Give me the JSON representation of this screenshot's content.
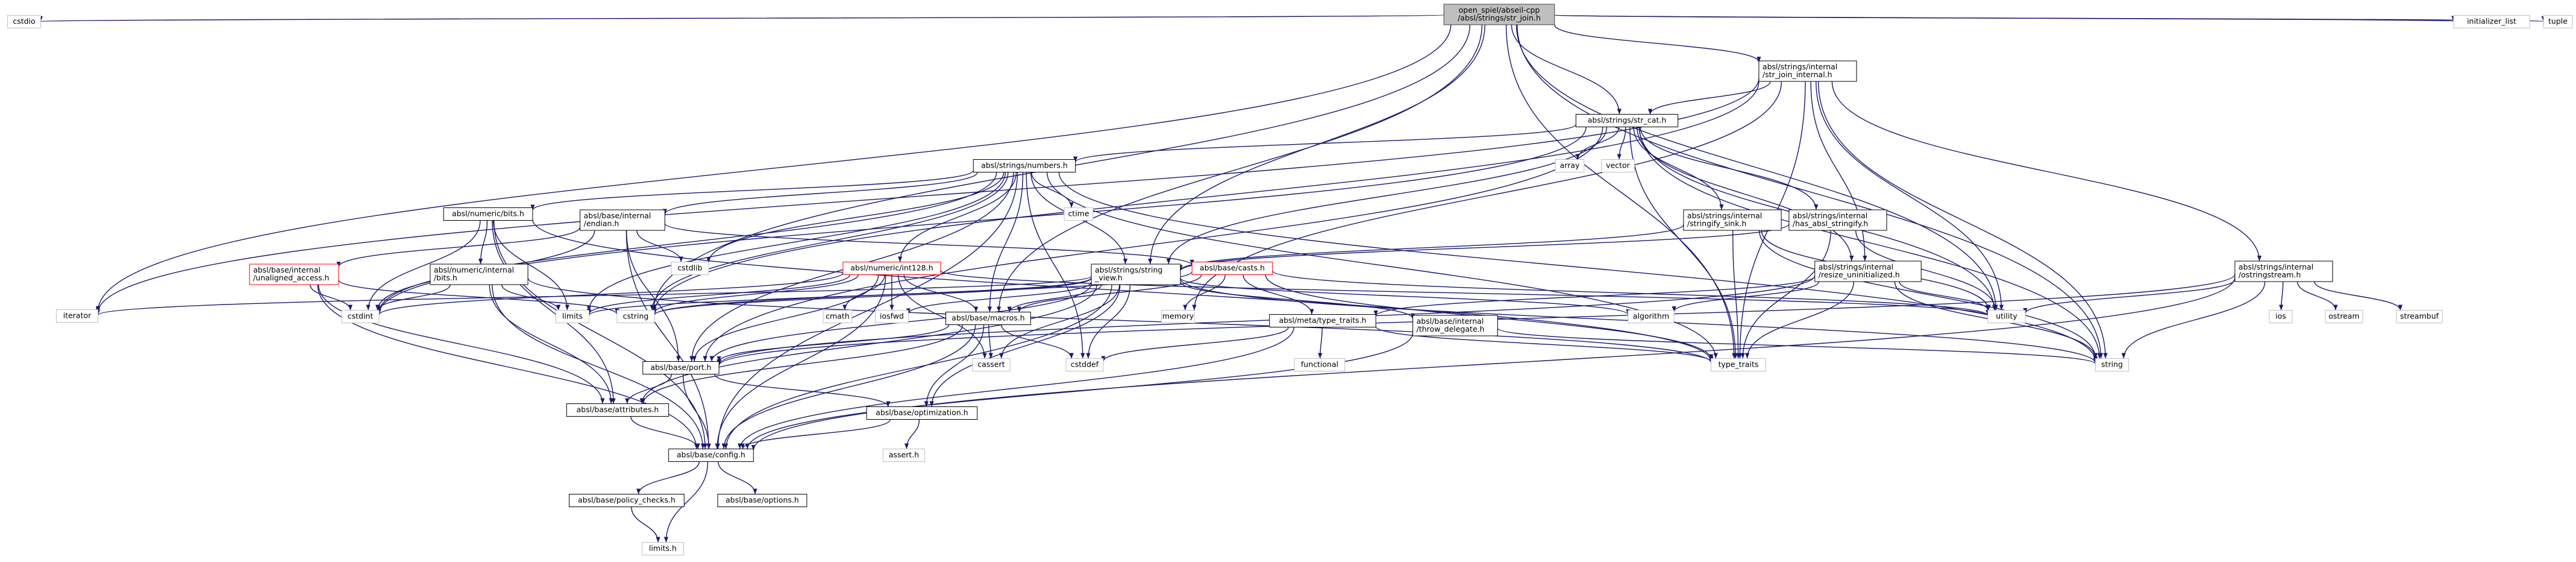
{
  "nodes": [
    {
      "id": "root",
      "lines": [
        "open_spiel/abseil-cpp",
        "/absl/strings/str_join.h"
      ],
      "style": "root"
    },
    {
      "id": "cstdio",
      "lines": [
        "cstdio"
      ],
      "style": "plain"
    },
    {
      "id": "iterator",
      "lines": [
        "iterator"
      ],
      "style": "plain"
    },
    {
      "id": "str_join_internal",
      "lines": [
        "absl/strings/internal",
        "/str_join_internal.h"
      ],
      "style": "box"
    },
    {
      "id": "initializer_list",
      "lines": [
        "initializer_list"
      ],
      "style": "plain"
    },
    {
      "id": "tuple",
      "lines": [
        "tuple"
      ],
      "style": "plain"
    },
    {
      "id": "str_cat",
      "lines": [
        "absl/strings/str_cat.h"
      ],
      "style": "box"
    },
    {
      "id": "array",
      "lines": [
        "array"
      ],
      "style": "plain"
    },
    {
      "id": "vector",
      "lines": [
        "vector"
      ],
      "style": "plain"
    },
    {
      "id": "numbers",
      "lines": [
        "absl/strings/numbers.h"
      ],
      "style": "box"
    },
    {
      "id": "ctime",
      "lines": [
        "ctime"
      ],
      "style": "plain"
    },
    {
      "id": "stringify_sink",
      "lines": [
        "absl/strings/internal",
        "/stringify_sink.h"
      ],
      "style": "box"
    },
    {
      "id": "has_absl_stringify",
      "lines": [
        "absl/strings/internal",
        "/has_absl_stringify.h"
      ],
      "style": "box"
    },
    {
      "id": "stringstream",
      "lines": [
        "absl/strings/internal",
        "/ostringstream.h"
      ],
      "style": "box"
    },
    {
      "id": "numeric_bits",
      "lines": [
        "absl/numeric/bits.h"
      ],
      "style": "box"
    },
    {
      "id": "endian",
      "lines": [
        "absl/base/internal",
        "/endian.h"
      ],
      "style": "box"
    },
    {
      "id": "cstdlib",
      "lines": [
        "cstdlib"
      ],
      "style": "plain"
    },
    {
      "id": "unaligned_access",
      "lines": [
        "absl/base/internal",
        "/unaligned_access.h"
      ],
      "style": "red"
    },
    {
      "id": "numeric_internal_bits",
      "lines": [
        "absl/numeric/internal",
        "/bits.h"
      ],
      "style": "box"
    },
    {
      "id": "int128",
      "lines": [
        "absl/numeric/int128.h"
      ],
      "style": "red"
    },
    {
      "id": "string_view",
      "lines": [
        "absl/strings/string",
        "_view.h"
      ],
      "style": "box"
    },
    {
      "id": "casts",
      "lines": [
        "absl/base/casts.h"
      ],
      "style": "red"
    },
    {
      "id": "resize_uninitialized",
      "lines": [
        "absl/strings/internal",
        "/resize_uninitialized.h"
      ],
      "style": "box"
    },
    {
      "id": "cstdint",
      "lines": [
        "cstdint"
      ],
      "style": "plain"
    },
    {
      "id": "limits",
      "lines": [
        "limits"
      ],
      "style": "plain"
    },
    {
      "id": "cstring",
      "lines": [
        "cstring"
      ],
      "style": "plain"
    },
    {
      "id": "cmath",
      "lines": [
        "cmath"
      ],
      "style": "plain"
    },
    {
      "id": "iosfwd",
      "lines": [
        "iosfwd"
      ],
      "style": "plain"
    },
    {
      "id": "macros",
      "lines": [
        "absl/base/macros.h"
      ],
      "style": "box"
    },
    {
      "id": "memory",
      "lines": [
        "memory"
      ],
      "style": "plain"
    },
    {
      "id": "type_traits_meta",
      "lines": [
        "absl/meta/type_traits.h"
      ],
      "style": "box"
    },
    {
      "id": "throw_delegate",
      "lines": [
        "absl/base/internal",
        "/throw_delegate.h"
      ],
      "style": "box"
    },
    {
      "id": "algorithm",
      "lines": [
        "algorithm"
      ],
      "style": "plain"
    },
    {
      "id": "utility",
      "lines": [
        "utility"
      ],
      "style": "plain"
    },
    {
      "id": "ios",
      "lines": [
        "ios"
      ],
      "style": "plain"
    },
    {
      "id": "ostream",
      "lines": [
        "ostream"
      ],
      "style": "plain"
    },
    {
      "id": "streambuf",
      "lines": [
        "streambuf"
      ],
      "style": "plain"
    },
    {
      "id": "string",
      "lines": [
        "string"
      ],
      "style": "plain"
    },
    {
      "id": "cassert",
      "lines": [
        "cassert"
      ],
      "style": "plain"
    },
    {
      "id": "cstddef",
      "lines": [
        "cstddef"
      ],
      "style": "plain"
    },
    {
      "id": "functional",
      "lines": [
        "functional"
      ],
      "style": "plain"
    },
    {
      "id": "type_traits",
      "lines": [
        "type_traits"
      ],
      "style": "plain"
    },
    {
      "id": "port",
      "lines": [
        "absl/base/port.h"
      ],
      "style": "box"
    },
    {
      "id": "attributes",
      "lines": [
        "absl/base/attributes.h"
      ],
      "style": "box"
    },
    {
      "id": "optimization",
      "lines": [
        "absl/base/optimization.h"
      ],
      "style": "box"
    },
    {
      "id": "assert_h",
      "lines": [
        "assert.h"
      ],
      "style": "plain"
    },
    {
      "id": "config",
      "lines": [
        "absl/base/config.h"
      ],
      "style": "box"
    },
    {
      "id": "policy_checks",
      "lines": [
        "absl/base/policy_checks.h"
      ],
      "style": "box"
    },
    {
      "id": "options",
      "lines": [
        "absl/base/options.h"
      ],
      "style": "box"
    },
    {
      "id": "limits_h",
      "lines": [
        "limits.h"
      ],
      "style": "plain"
    }
  ],
  "edges": [
    [
      "root",
      "cstdio"
    ],
    [
      "root",
      "iterator"
    ],
    [
      "root",
      "str_join_internal"
    ],
    [
      "root",
      "initializer_list"
    ],
    [
      "root",
      "tuple"
    ],
    [
      "root",
      "cstring"
    ],
    [
      "root",
      "macros"
    ],
    [
      "root",
      "string_view"
    ],
    [
      "root",
      "type_traits"
    ],
    [
      "root",
      "utility"
    ],
    [
      "root",
      "string"
    ],
    [
      "root",
      "str_cat"
    ],
    [
      "str_join_internal",
      "str_cat"
    ],
    [
      "str_join_internal",
      "iterator"
    ],
    [
      "str_join_internal",
      "stringstream"
    ],
    [
      "str_join_internal",
      "resize_uninitialized"
    ],
    [
      "str_join_internal",
      "memory"
    ],
    [
      "str_join_internal",
      "type_traits"
    ],
    [
      "str_join_internal",
      "utility"
    ],
    [
      "str_join_internal",
      "string"
    ],
    [
      "str_join_internal",
      "cstring"
    ],
    [
      "str_cat",
      "array"
    ],
    [
      "str_cat",
      "vector"
    ],
    [
      "str_cat",
      "numbers"
    ],
    [
      "str_cat",
      "stringify_sink"
    ],
    [
      "str_cat",
      "has_absl_stringify"
    ],
    [
      "str_cat",
      "resize_uninitialized"
    ],
    [
      "str_cat",
      "string_view"
    ],
    [
      "str_cat",
      "port"
    ],
    [
      "str_cat",
      "cstdint"
    ],
    [
      "str_cat",
      "type_traits"
    ],
    [
      "str_cat",
      "utility"
    ],
    [
      "str_cat",
      "string"
    ],
    [
      "numbers",
      "ctime"
    ],
    [
      "numbers",
      "numeric_bits"
    ],
    [
      "numbers",
      "endian"
    ],
    [
      "numbers",
      "int128"
    ],
    [
      "numbers",
      "string_view"
    ],
    [
      "numbers",
      "macros"
    ],
    [
      "numbers",
      "port"
    ],
    [
      "numbers",
      "config"
    ],
    [
      "numbers",
      "cstdlib"
    ],
    [
      "numbers",
      "cstdint"
    ],
    [
      "numbers",
      "limits"
    ],
    [
      "numbers",
      "cstring"
    ],
    [
      "numbers",
      "cstddef"
    ],
    [
      "numbers",
      "type_traits"
    ],
    [
      "numbers",
      "string"
    ],
    [
      "stringify_sink",
      "string_view"
    ],
    [
      "stringify_sink",
      "string"
    ],
    [
      "stringify_sink",
      "utility"
    ],
    [
      "stringify_sink",
      "type_traits"
    ],
    [
      "has_absl_stringify",
      "string_view"
    ],
    [
      "has_absl_stringify",
      "utility"
    ],
    [
      "has_absl_stringify",
      "type_traits"
    ],
    [
      "stringstream",
      "ios"
    ],
    [
      "stringstream",
      "ostream"
    ],
    [
      "stringstream",
      "streambuf"
    ],
    [
      "stringstream",
      "string"
    ],
    [
      "stringstream",
      "port"
    ],
    [
      "stringstream",
      "utility"
    ],
    [
      "stringstream",
      "config"
    ],
    [
      "numeric_bits",
      "numeric_internal_bits"
    ],
    [
      "numeric_bits",
      "attributes"
    ],
    [
      "numeric_bits",
      "config"
    ],
    [
      "numeric_bits",
      "cstdint"
    ],
    [
      "numeric_bits",
      "limits"
    ],
    [
      "numeric_bits",
      "type_traits"
    ],
    [
      "endian",
      "unaligned_access"
    ],
    [
      "endian",
      "casts"
    ],
    [
      "endian",
      "port"
    ],
    [
      "endian",
      "config"
    ],
    [
      "endian",
      "cstdint"
    ],
    [
      "endian",
      "cstdlib"
    ],
    [
      "unaligned_access",
      "attributes"
    ],
    [
      "unaligned_access",
      "config"
    ],
    [
      "unaligned_access",
      "cstdint"
    ],
    [
      "unaligned_access",
      "cstring"
    ],
    [
      "numeric_internal_bits",
      "attributes"
    ],
    [
      "numeric_internal_bits",
      "config"
    ],
    [
      "numeric_internal_bits",
      "cstdint"
    ],
    [
      "numeric_internal_bits",
      "limits"
    ],
    [
      "numeric_internal_bits",
      "type_traits"
    ],
    [
      "int128",
      "macros"
    ],
    [
      "int128",
      "port"
    ],
    [
      "int128",
      "config"
    ],
    [
      "int128",
      "cassert"
    ],
    [
      "int128",
      "cmath"
    ],
    [
      "int128",
      "cstdint"
    ],
    [
      "int128",
      "cstring"
    ],
    [
      "int128",
      "iosfwd"
    ],
    [
      "int128",
      "limits"
    ],
    [
      "int128",
      "utility"
    ],
    [
      "string_view",
      "macros"
    ],
    [
      "string_view",
      "port"
    ],
    [
      "string_view",
      "throw_delegate"
    ],
    [
      "string_view",
      "config"
    ],
    [
      "string_view",
      "attributes"
    ],
    [
      "string_view",
      "optimization"
    ],
    [
      "string_view",
      "algorithm"
    ],
    [
      "string_view",
      "cassert"
    ],
    [
      "string_view",
      "cstddef"
    ],
    [
      "string_view",
      "cstring"
    ],
    [
      "string_view",
      "iosfwd"
    ],
    [
      "string_view",
      "iterator"
    ],
    [
      "string_view",
      "limits"
    ],
    [
      "string_view",
      "string"
    ],
    [
      "casts",
      "macros"
    ],
    [
      "casts",
      "type_traits_meta"
    ],
    [
      "casts",
      "cstring"
    ],
    [
      "casts",
      "memory"
    ],
    [
      "casts",
      "type_traits"
    ],
    [
      "casts",
      "utility"
    ],
    [
      "resize_uninitialized",
      "port"
    ],
    [
      "resize_uninitialized",
      "type_traits_meta"
    ],
    [
      "resize_uninitialized",
      "algorithm"
    ],
    [
      "resize_uninitialized",
      "string"
    ],
    [
      "resize_uninitialized",
      "type_traits"
    ],
    [
      "resize_uninitialized",
      "utility"
    ],
    [
      "macros",
      "attributes"
    ],
    [
      "macros",
      "config"
    ],
    [
      "macros",
      "optimization"
    ],
    [
      "macros",
      "port"
    ],
    [
      "macros",
      "cassert"
    ],
    [
      "macros",
      "cstddef"
    ],
    [
      "type_traits_meta",
      "cstddef"
    ],
    [
      "type_traits_meta",
      "functional"
    ],
    [
      "type_traits_meta",
      "type_traits"
    ],
    [
      "type_traits_meta",
      "config"
    ],
    [
      "throw_delegate",
      "string"
    ],
    [
      "throw_delegate",
      "config"
    ],
    [
      "port",
      "attributes"
    ],
    [
      "port",
      "config"
    ],
    [
      "port",
      "optimization"
    ],
    [
      "attributes",
      "config"
    ],
    [
      "optimization",
      "assert_h"
    ],
    [
      "optimization",
      "config"
    ],
    [
      "config",
      "policy_checks"
    ],
    [
      "config",
      "options"
    ],
    [
      "config",
      "limits_h"
    ],
    [
      "policy_checks",
      "limits_h"
    ]
  ]
}
